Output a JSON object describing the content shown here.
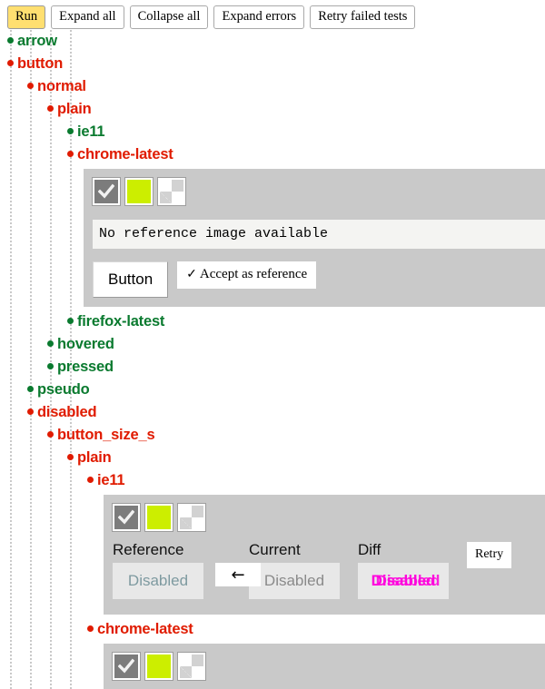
{
  "toolbar": {
    "buttons": [
      {
        "label": "Run",
        "name": "run-button",
        "primary": true
      },
      {
        "label": "Expand all",
        "name": "expand-all-button",
        "primary": false
      },
      {
        "label": "Collapse all",
        "name": "collapse-all-button",
        "primary": false
      },
      {
        "label": "Expand errors",
        "name": "expand-errors-button",
        "primary": false
      },
      {
        "label": "Retry failed tests",
        "name": "retry-failed-tests-button",
        "primary": false
      }
    ]
  },
  "colors": {
    "pass": "#0a7a2f",
    "fail": "#e01b00",
    "panel_bg": "#c9c9c9",
    "accent_run": "#ffdf70",
    "swatch_color": "#ccee00",
    "diff_highlight": "#ff00dd",
    "reference_text": "#7e9aa0"
  },
  "tree": [
    {
      "label": "arrow",
      "depth": 0,
      "status": "pass"
    },
    {
      "label": "button",
      "depth": 0,
      "status": "fail"
    },
    {
      "label": "normal",
      "depth": 1,
      "status": "fail"
    },
    {
      "label": "plain",
      "depth": 2,
      "status": "fail"
    },
    {
      "label": "ie11",
      "depth": 3,
      "status": "pass"
    },
    {
      "label": "chrome-latest",
      "depth": 3,
      "status": "fail",
      "panel": "noref"
    },
    {
      "label": "firefox-latest",
      "depth": 3,
      "status": "pass"
    },
    {
      "label": "hovered",
      "depth": 2,
      "status": "pass"
    },
    {
      "label": "pressed",
      "depth": 2,
      "status": "pass"
    },
    {
      "label": "pseudo",
      "depth": 1,
      "status": "pass"
    },
    {
      "label": "disabled",
      "depth": 1,
      "status": "fail"
    },
    {
      "label": "button_size_s",
      "depth": 2,
      "status": "fail"
    },
    {
      "label": "plain",
      "depth": 3,
      "status": "fail"
    },
    {
      "label": "ie11",
      "depth": 4,
      "status": "fail",
      "panel": "compare"
    },
    {
      "label": "chrome-latest",
      "depth": 4,
      "status": "fail",
      "panel": "clipped"
    }
  ],
  "panel_noref": {
    "swatches": [
      {
        "name": "swatch-checkmark",
        "kind": "check"
      },
      {
        "name": "swatch-color",
        "kind": "color"
      },
      {
        "name": "swatch-checkerboard",
        "kind": "grid"
      }
    ],
    "message": "No reference image available",
    "sample_button_label": "Button",
    "accept_tick": "✓",
    "accept_label": "Accept as reference"
  },
  "panel_compare": {
    "swatches": [
      {
        "name": "swatch-checkmark",
        "kind": "check"
      },
      {
        "name": "swatch-color",
        "kind": "color"
      },
      {
        "name": "swatch-checkerboard",
        "kind": "grid"
      }
    ],
    "reference_title": "Reference",
    "reference_value": "Disabled",
    "swap_arrow": "←",
    "current_title": "Current",
    "current_value": "Disabled",
    "diff_title": "Diff",
    "diff_value": "Disabled",
    "retry_label": "Retry"
  }
}
